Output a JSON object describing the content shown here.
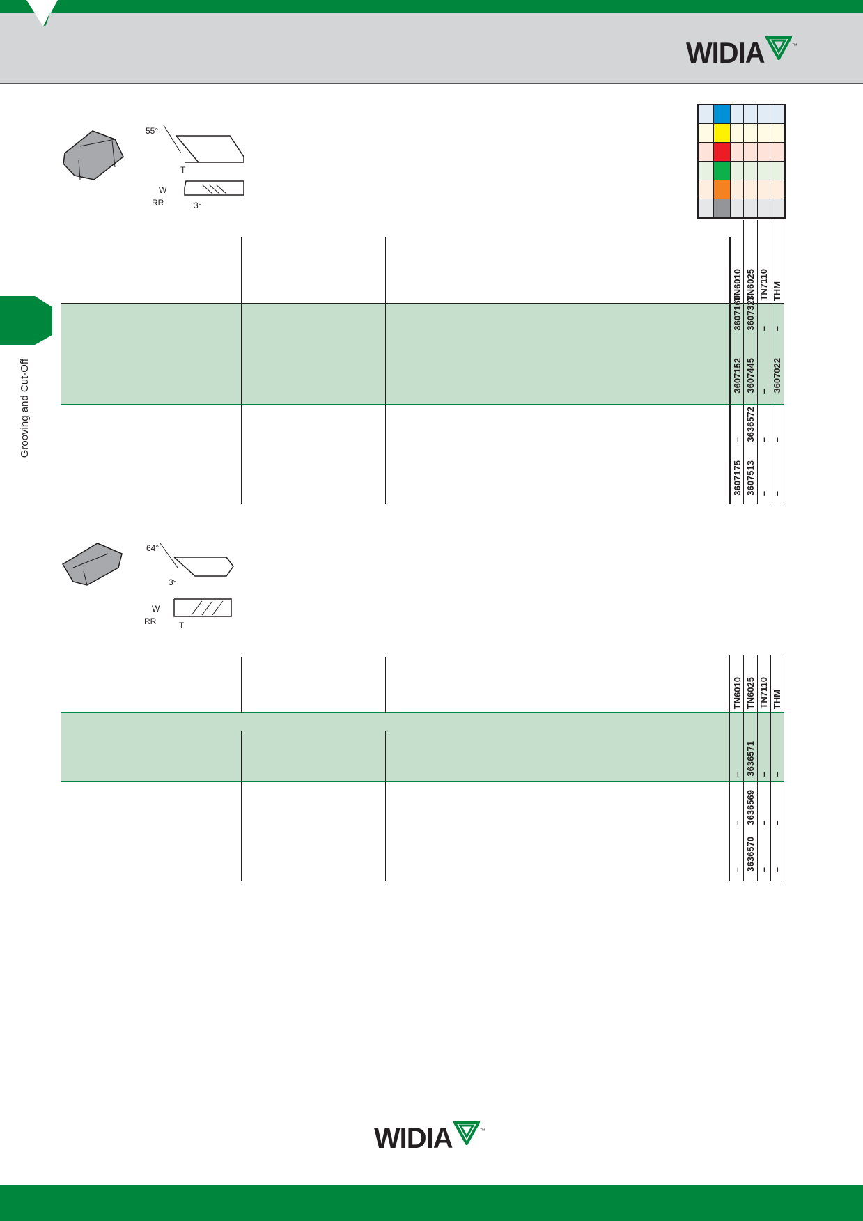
{
  "brand": {
    "name": "WIDIA",
    "tm": "™"
  },
  "colors": {
    "green": "#00873e",
    "header_grey": "#d4d5d7",
    "row_green": "#c5dfcc"
  },
  "side_tab": {
    "label": "Grooving and Cut-Off"
  },
  "material_grid": {
    "rows": [
      {
        "swatch": "#0091d6",
        "tint": "#e1ecf7"
      },
      {
        "swatch": "#fff200",
        "tint": "#fffbe5"
      },
      {
        "swatch": "#ed1c24",
        "tint": "#fde3da"
      },
      {
        "swatch": "#0db14b",
        "tint": "#e7f2e3"
      },
      {
        "swatch": "#f58220",
        "tint": "#feeedf"
      },
      {
        "swatch": "#939598",
        "tint": "#e6e7e8"
      }
    ]
  },
  "section1": {
    "diagram": {
      "angle": "55°",
      "t": "T",
      "w": "W",
      "rr": "RR",
      "relief": "3°"
    },
    "grades": [
      "TN6010",
      "TN6025",
      "TN7110",
      "THM"
    ],
    "rows": [
      {
        "cells": [
          {
            "top": "3607160",
            "bottom": "3607152"
          },
          {
            "top": "3607323",
            "bottom": "3607445"
          },
          {
            "top": "–",
            "bottom": "–"
          },
          {
            "top": "–",
            "bottom": "3607022"
          }
        ]
      },
      {
        "cells": [
          {
            "top": "–",
            "bottom": "3607175"
          },
          {
            "top": "3636572",
            "bottom": "3607513"
          },
          {
            "top": "–",
            "bottom": "–"
          },
          {
            "top": "–",
            "bottom": "–"
          }
        ]
      }
    ]
  },
  "section2": {
    "diagram": {
      "angle": "64°",
      "relief": "3°",
      "w": "W",
      "rr": "RR",
      "t": "T"
    },
    "grades": [
      "TN6010",
      "TN6025",
      "TN7110",
      "THM"
    ],
    "rows": [
      {
        "cells": [
          {
            "top": "–"
          },
          {
            "top": "3636571"
          },
          {
            "top": "–"
          },
          {
            "top": "–"
          }
        ]
      },
      {
        "cells": [
          {
            "top": "–",
            "bottom": "–"
          },
          {
            "top": "3636569",
            "bottom": "3636570"
          },
          {
            "top": "–",
            "bottom": "–"
          },
          {
            "top": "–",
            "bottom": "–"
          }
        ]
      }
    ]
  }
}
